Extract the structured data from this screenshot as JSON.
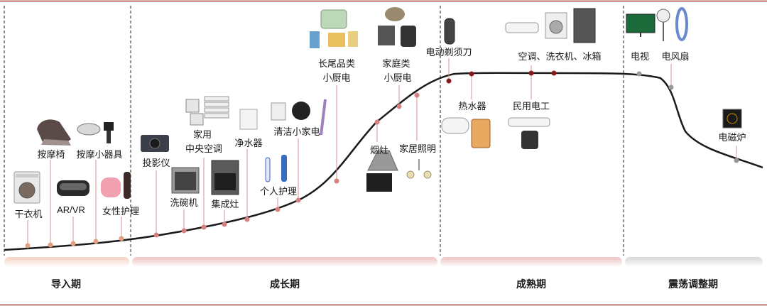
{
  "stages": [
    {
      "key": "intro",
      "label": "导入期"
    },
    {
      "key": "growth",
      "label": "成长期"
    },
    {
      "key": "mature",
      "label": "成熟期"
    },
    {
      "key": "shakeout",
      "label": "震荡调整期"
    }
  ],
  "products": {
    "dryer": "干衣机",
    "massage_chair": "按摩椅",
    "vr": "AR/VR",
    "small_massager": "按摩小器具",
    "women_care": "女性护理",
    "projector": "投影仪",
    "dishwasher": "洗碗机",
    "central_ac_1": "家用",
    "central_ac_2": "中央空调",
    "integrated_stove": "集成灶",
    "water_purifier": "净水器",
    "personal_care": "个人护理",
    "cleaning_1": "清洁小家电",
    "longtail_1": "长尾品类",
    "longtail_2": "小厨电",
    "range_hood": "烟灶",
    "home_kitchen_1": "家庭类",
    "home_kitchen_2": "小厨电",
    "lighting": "家居照明",
    "shaver": "电动剃须刀",
    "water_heater": "热水器",
    "electrical": "民用电工",
    "big_three": "空调、洗衣机、冰箱",
    "tv": "电视",
    "fan": "电风扇",
    "induction": "电磁炉"
  },
  "colors": {
    "intro": "#f3d2bf",
    "growth": "#eec2c2",
    "mature": "#eec2c2",
    "shakeout": "#d8d8d8",
    "dot_early": "#e0a080",
    "dot_growth": "#d88080",
    "dot_mature": "#8a1a1a",
    "dot_shakeout": "#999999",
    "frame": "#a04040"
  }
}
